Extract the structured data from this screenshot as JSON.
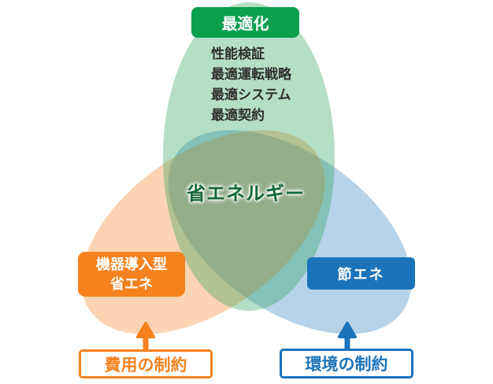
{
  "colors": {
    "green": "#0a9e4d",
    "orange": "#f5821f",
    "blue": "#1b74ba",
    "fill-green": "rgba(40,160,90,0.35)",
    "fill-orange": "rgba(245,130,31,0.34)",
    "fill-blue": "rgba(27,117,188,0.32)",
    "center-text": "#15693a",
    "list-text": "#2f2f2f"
  },
  "venn": {
    "center_label": "省エネルギー",
    "optimization": {
      "title": "最適化",
      "items": [
        "性能検証",
        "最適運転戦略",
        "最適システム",
        "最適契約"
      ]
    },
    "equipment": {
      "line1": "機器導入型",
      "line2": "省エネ"
    },
    "energy_saving": {
      "label": "節エネ"
    },
    "cost_constraint": {
      "label": "費用の制約"
    },
    "env_constraint": {
      "label": "環境の制約"
    }
  }
}
